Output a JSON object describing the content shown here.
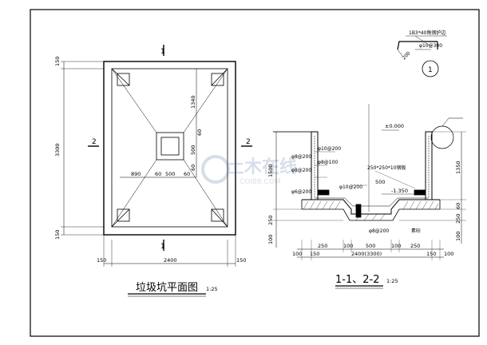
{
  "plan": {
    "title": "垃圾坑平面图",
    "scale": "1:25",
    "cut_marks": {
      "top": "1",
      "bottom": "1",
      "left": "2",
      "right": "2"
    },
    "dims_left": [
      "150",
      "3300",
      "150"
    ],
    "dims_bottom": [
      "150",
      "2400",
      "150"
    ],
    "dims_inner_v": [
      "1340",
      "500",
      "60",
      "60"
    ],
    "dims_inner_h": [
      "890",
      "60",
      "500",
      "60"
    ]
  },
  "section": {
    "title": "1-1、2-2",
    "scale": "1:25",
    "level_top": "±0.000",
    "level_bottom": "-1.350",
    "rebar_labels": [
      "φ10@200",
      "φ8@200",
      "φ8@100",
      "φ8@200",
      "φ6@200",
      "φ10@200",
      "φ8@200"
    ],
    "callout_label": "250*250*10钢板",
    "note_500": "500",
    "dims_left": [
      "1500",
      "250",
      "100"
    ],
    "dims_right": [
      "1350",
      "60",
      "250",
      "100"
    ],
    "dims_bottom_row1": [
      "250",
      "100",
      "500",
      "100",
      "250"
    ],
    "dims_bottom_row2": [
      "100",
      "150",
      "2400(3300)",
      "150",
      "100"
    ],
    "side_note": "素砼"
  },
  "detail": {
    "label": "1B3*40角钢护边",
    "rebar": "φ10@300",
    "dim": "200",
    "marker": "1"
  },
  "watermark": {
    "cn": "土木在线",
    "en": "COI88.COM"
  }
}
